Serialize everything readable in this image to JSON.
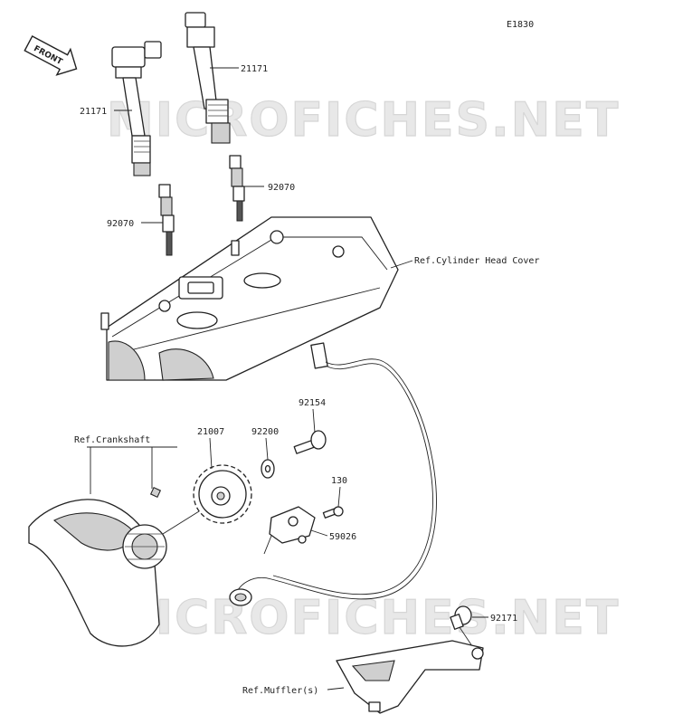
{
  "diagram_code": "E1830",
  "front_label": "FRONT",
  "watermark": "MICROFICHES.NET",
  "labels": {
    "coil_left": "21171",
    "coil_right": "21171",
    "plug_left": "92070",
    "plug_right": "92070",
    "head_cover": "Ref.Cylinder Head Cover",
    "crankshaft": "Ref.Crankshaft",
    "rotor": "21007",
    "washer": "92200",
    "bolt_top": "92154",
    "bolt_small": "130",
    "sensor": "59026",
    "clamp": "92171",
    "muffler": "Ref.Muffler(s)"
  }
}
